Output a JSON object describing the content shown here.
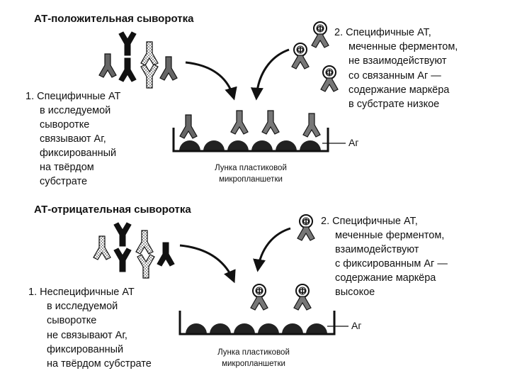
{
  "colors": {
    "ink": "#111111",
    "gray": "#777777",
    "light": "#cccccc",
    "paper": "#ffffff"
  },
  "top": {
    "title": "АТ-положительная сыворотка",
    "step1": [
      "1. Специфичные АТ",
      "в исследуемой",
      "сыворотке",
      "связывают Аг,",
      "фиксированный",
      "на твёрдом",
      "субстрате"
    ],
    "step2": [
      "2. Специфичные АТ,",
      "меченные ферментом,",
      "не взаимодействуют",
      "со связанным Аг —",
      "содержание маркёра",
      "в субстрате низкое"
    ],
    "ag_label": "Аг",
    "well_label": [
      "Лунка пластиковой",
      "микропланшетки"
    ]
  },
  "bottom": {
    "title": "АТ-отрицательная сыворотка",
    "step1": [
      "1. Неспецифичные АТ",
      "в исследуемой",
      "сыворотке",
      "не связывают Аг,",
      "фиксированный",
      "на твёрдом субстрате"
    ],
    "step2": [
      "2. Специфичные АТ,",
      "меченные ферментом,",
      "взаимодействуют",
      "с фиксированным Аг —",
      "содержание маркёра",
      "высокое"
    ],
    "ag_label": "Аг",
    "well_label": [
      "Лунка пластиковой",
      "микропланшетки"
    ]
  },
  "enzyme_symbol": "Φ"
}
